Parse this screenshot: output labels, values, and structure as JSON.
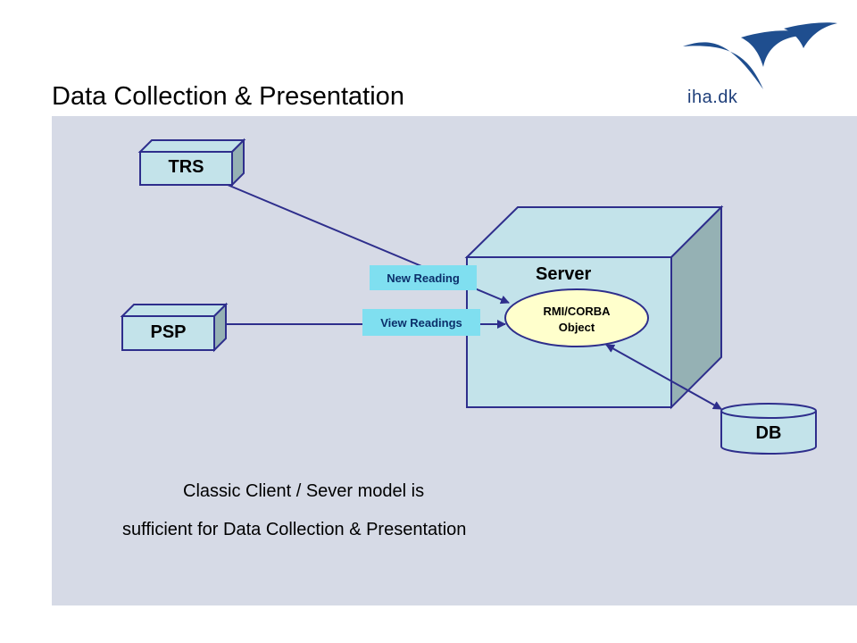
{
  "title": "Data Collection & Presentation",
  "logo": {
    "text": "iha.dk"
  },
  "nodes": {
    "trs": "TRS",
    "psp": "PSP",
    "server": "Server",
    "rmi_line1": "RMI/CORBA",
    "rmi_line2": "Object",
    "db": "DB"
  },
  "connectors": {
    "new_reading": "New Reading",
    "view_readings": "View Readings"
  },
  "caption": {
    "line1": "Classic Client / Sever model is",
    "line2": "sufficient for Data Collection & Presentation"
  },
  "colors": {
    "panel": "#d6dae6",
    "box_fill": "#c3e3ea",
    "cube_side": "#95b1b4",
    "outline": "#2e2e8c",
    "ellipse_fill": "#ffffcc",
    "tag_fill": "#7fdff0",
    "logo_blue": "#1f4e8f"
  }
}
